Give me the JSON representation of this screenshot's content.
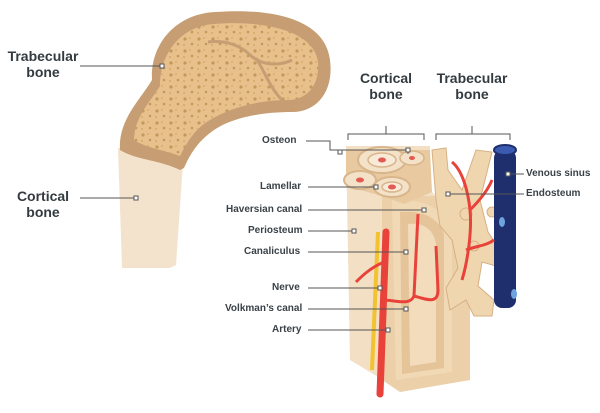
{
  "labels": {
    "trabecular_left": [
      "Trabecular",
      "bone"
    ],
    "cortical_left": [
      "Cortical",
      "bone"
    ],
    "cortical_top": [
      "Cortical",
      "bone"
    ],
    "trabecular_top": [
      "Trabecular",
      "bone"
    ],
    "osteon": "Osteon",
    "lamellar": "Lamellar",
    "haversian_canal": "Haversian canal",
    "periosteum": "Periosteum",
    "canaliculus": "Canaliculus",
    "nerve": "Nerve",
    "volkmans_canal": "Volkman’s canal",
    "artery": "Artery",
    "venous_sinus": "Venous sinus",
    "endosteum": "Endosteum"
  },
  "colors": {
    "cortical_fill": "#f3dfc4",
    "cortical_edge": "#c9a27a",
    "spongy_fill": "#e6c08a",
    "spongy_dot": "#c79a5a",
    "artery": "#e8423a",
    "nerve": "#f2c230",
    "vein": "#1f2f6e",
    "osteon_center": "#e25a52",
    "label_text": "#333b40",
    "leader_line": "#555555"
  }
}
